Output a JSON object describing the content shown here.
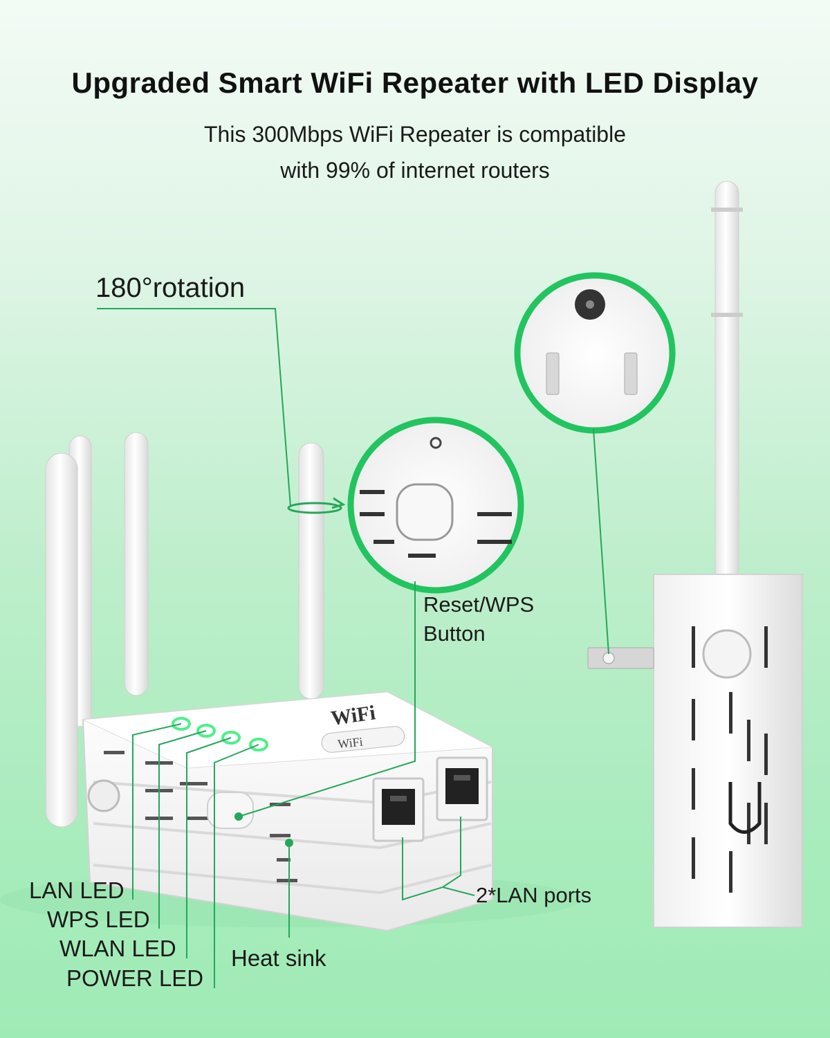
{
  "header": {
    "title": "Upgraded Smart WiFi Repeater with LED Display",
    "subtitle_line1": "This 300Mbps WiFi Repeater is compatible",
    "subtitle_line2": "with 99% of internet routers"
  },
  "callouts": {
    "rotation": "180°rotation",
    "reset_line1": "Reset/WPS",
    "reset_line2": "Button",
    "lan_ports": "2*LAN ports",
    "heat_sink": "Heat sink",
    "lan_led": "LAN LED",
    "wps_led": "WPS LED",
    "wlan_led": "WLAN LED",
    "power_led": "POWER LED"
  },
  "device": {
    "logo_text": "WiFi",
    "badge_text": "WiFi"
  },
  "colors": {
    "accent_green": "#22a85a",
    "led_green": "#4cf08a",
    "device_white": "#fafafa"
  },
  "icons": [
    "wifi-repeater-device",
    "antenna-icon",
    "ethernet-port-icon",
    "power-plug-icon",
    "rotation-arrow-icon"
  ]
}
